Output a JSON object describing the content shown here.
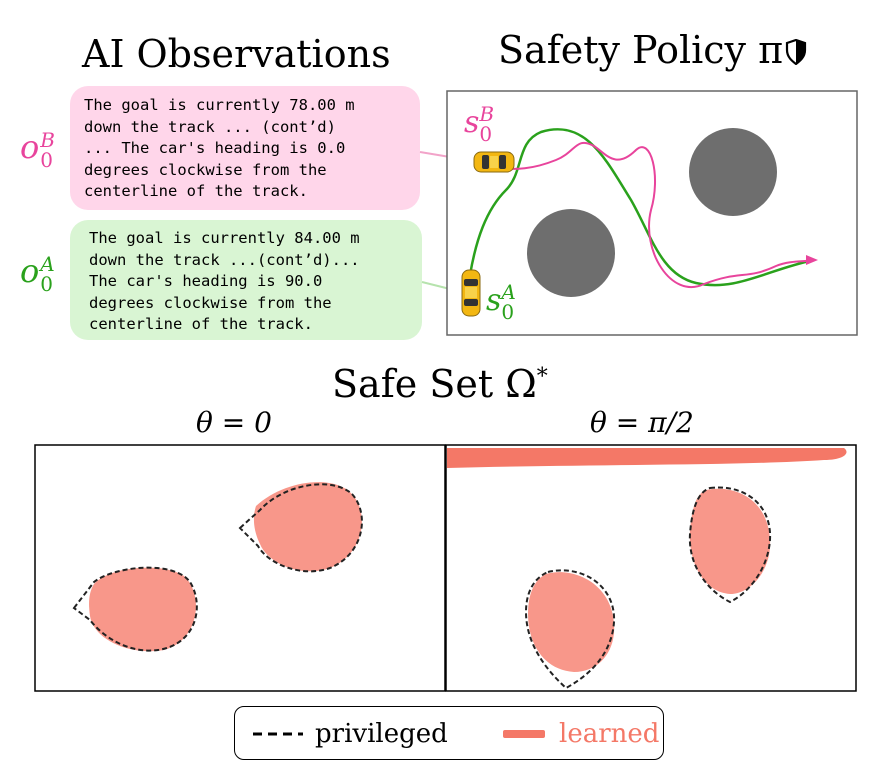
{
  "titles": {
    "observations": "AI Observations",
    "safety_policy": "Safety Policy π",
    "safe_set": "Safe Set Ω"
  },
  "observations": {
    "B": {
      "label_base": "o",
      "label_sup": "B",
      "label_sub": "0",
      "text": "The goal is currently 78.00 m\ndown the track ... (cont’d)\n... The car's heading is 0.0\ndegrees clockwise from the\ncenterline of the track.",
      "color": "#e8449c",
      "bubble_color": "#ffd6ea"
    },
    "A": {
      "label_base": "o",
      "label_sup": "A",
      "label_sub": "0",
      "text": "The goal is currently 84.00 m\ndown the track ...(cont’d)...\nThe car's heading is 90.0\ndegrees clockwise from the\ncenterline of the track.",
      "color": "#2aa11c",
      "bubble_color": "#d9f5d3"
    }
  },
  "state_labels": {
    "B": {
      "base": "s",
      "sup": "B",
      "sub": "0"
    },
    "A": {
      "base": "s",
      "sup": "A",
      "sub": "0"
    }
  },
  "safe_set_star": "*",
  "panels": [
    {
      "theta_label": "θ = 0"
    },
    {
      "theta_label": "θ = π/2"
    }
  ],
  "legend": {
    "privileged": "privileged",
    "learned": "learned",
    "learned_color": "#f47867"
  },
  "colors": {
    "obstacle": "#6e6e6e",
    "set_fill": "#f8978a",
    "trajectory_A": "#2aa11c",
    "trajectory_B": "#e8449c",
    "car": "#f3b712"
  }
}
